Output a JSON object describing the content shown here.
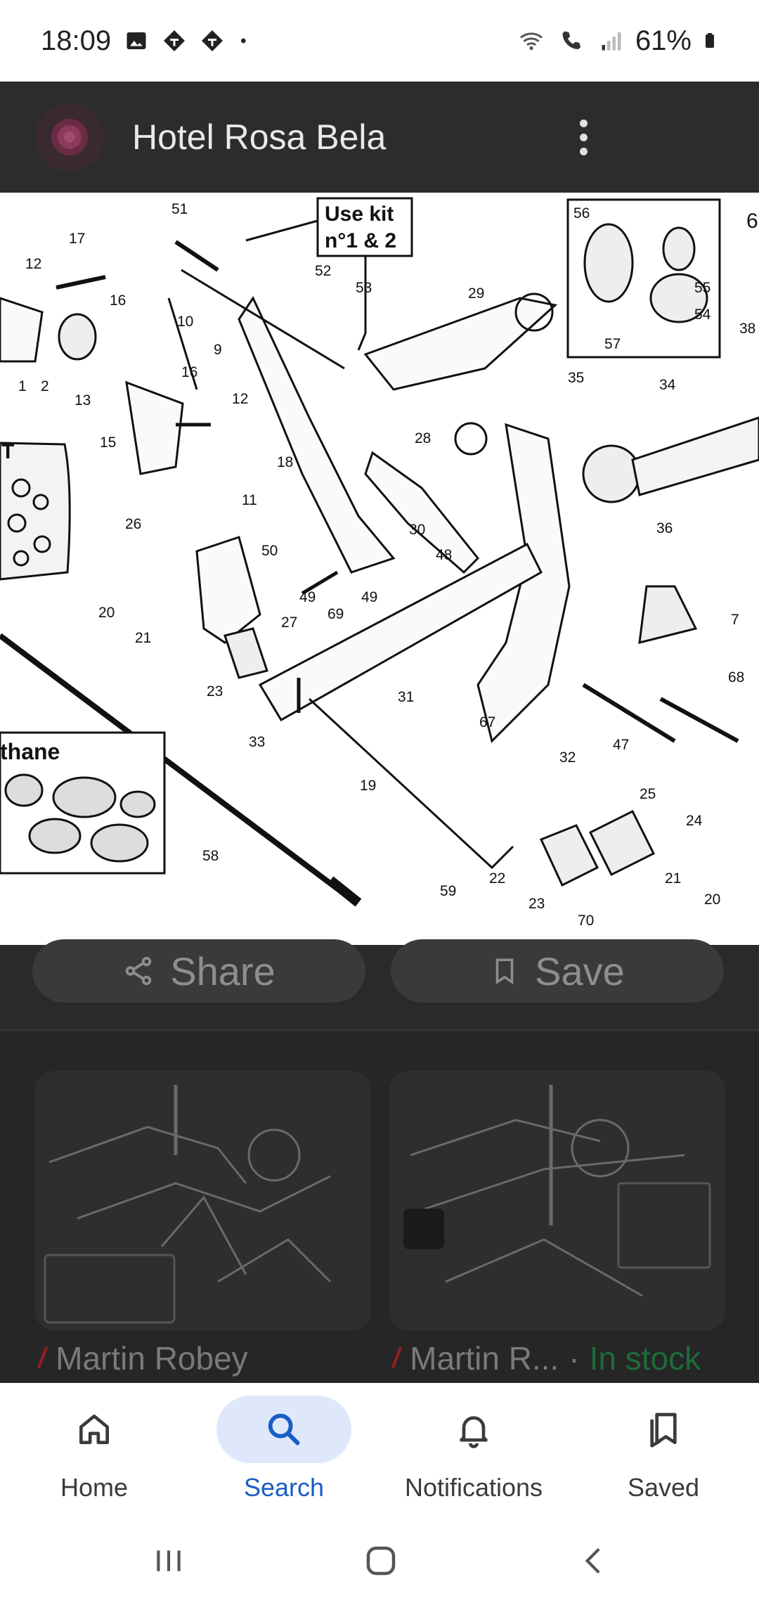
{
  "status_bar": {
    "time": "18:09",
    "battery_text": "61%"
  },
  "header": {
    "title": "Hotel Rosa Bela"
  },
  "diagram": {
    "callout_text": [
      "Use kit",
      "n°1 & 2"
    ],
    "inset_text": "thane",
    "bag_text": "T",
    "right_edge_number": "6",
    "labels": [
      "51",
      "17",
      "12",
      "52",
      "53",
      "29",
      "56",
      "55",
      "54",
      "57",
      "38",
      "10",
      "16",
      "1",
      "2",
      "13",
      "9",
      "16",
      "12",
      "35",
      "34",
      "28",
      "15",
      "18",
      "11",
      "26",
      "50",
      "30",
      "48",
      "36",
      "49",
      "69",
      "49",
      "20",
      "21",
      "27",
      "7",
      "23",
      "31",
      "67",
      "68",
      "33",
      "47",
      "25",
      "19",
      "32",
      "24",
      "58",
      "22",
      "23",
      "70",
      "21",
      "20",
      "59"
    ]
  },
  "actions": {
    "share_label": "Share",
    "save_label": "Save"
  },
  "results": [
    {
      "source": "Martin Robey"
    },
    {
      "source": "Martin R...",
      "separator": "·",
      "availability": "In stock"
    }
  ],
  "bottom_nav": {
    "items": [
      {
        "label": "Home",
        "icon": "home-icon"
      },
      {
        "label": "Search",
        "icon": "search-icon",
        "active": true
      },
      {
        "label": "Notifications",
        "icon": "bell-icon"
      },
      {
        "label": "Saved",
        "icon": "bookmarks-icon"
      }
    ]
  },
  "colors": {
    "active_nav": "#1a5dc6",
    "active_pill": "#dfe8fb",
    "in_stock": "#1e6b3a"
  }
}
